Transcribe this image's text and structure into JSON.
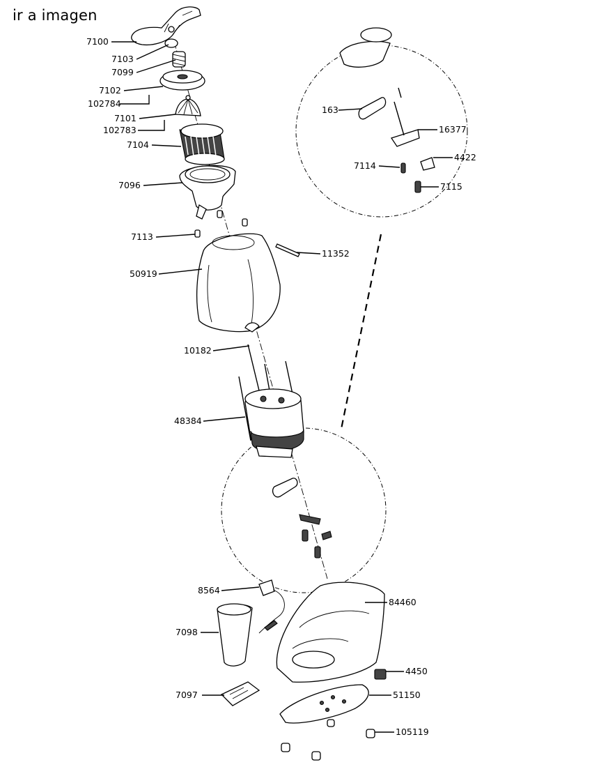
{
  "header": {
    "link_text": "ir a imagen"
  },
  "parts": {
    "p7100": "7100",
    "p7103": "7103",
    "p7099": "7099",
    "p7102": "7102",
    "p102784": "102784",
    "p7101": "7101",
    "p102783": "102783",
    "p7104": "7104",
    "p7096": "7096",
    "p7113": "7113",
    "p11352": "11352",
    "p50919": "50919",
    "p10182": "10182",
    "p48384": "48384",
    "p163": "163",
    "p16377": "16377",
    "p7114": "7114",
    "p4422": "4422",
    "p7115": "7115",
    "p8564": "8564",
    "p84460": "84460",
    "p7098": "7098",
    "p4450": "4450",
    "p7097": "7097",
    "p51150": "51150",
    "p105119": "105119"
  }
}
